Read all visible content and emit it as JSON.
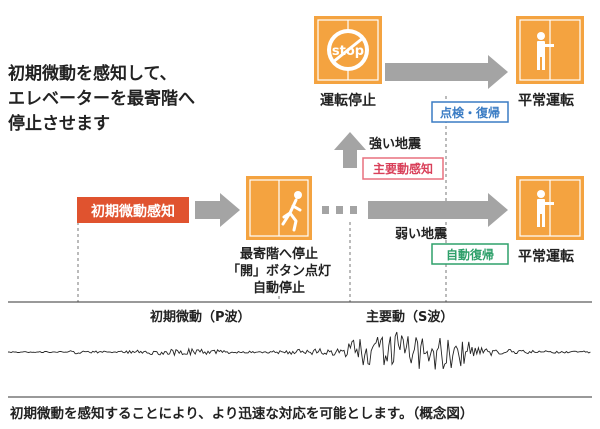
{
  "intro": {
    "line1": "初期微動を感知して、",
    "line2": "エレベーターを最寄階へ",
    "line3": "停止させます"
  },
  "initial_detect_label": "初期微動感知",
  "nearest_floor": {
    "line1": "最寄階へ停止",
    "line2": "「開」ボタン点灯",
    "line3": "自動停止"
  },
  "strong_quake": "強い地震",
  "main_motion_detect": "主要動感知",
  "stop_sign_text": "stop",
  "operation_stop": "運転停止",
  "inspection_restore": "点検・復帰",
  "normal_operation_top": "平常運転",
  "weak_quake": "弱い地震",
  "auto_restore": "自動復帰",
  "normal_operation_bottom": "平常運転",
  "p_wave": "初期微動（P波）",
  "s_wave": "主要動（S波）",
  "caption": "初期微動を感知することにより、より迅速な対応を可能とします。（概念図）",
  "colors": {
    "orange": "#f4a340",
    "orange_dark": "#e08a1e",
    "red_box": "#e0532f",
    "gray_arrow": "#a4a4a4",
    "blue_border": "#3a7cc4",
    "green_border": "#2ea06a",
    "pink_border": "#e8707f",
    "pink_text": "#d9405a"
  },
  "icons": [
    "running-person-icon",
    "stop-sign-icon",
    "standing-person-icon"
  ]
}
